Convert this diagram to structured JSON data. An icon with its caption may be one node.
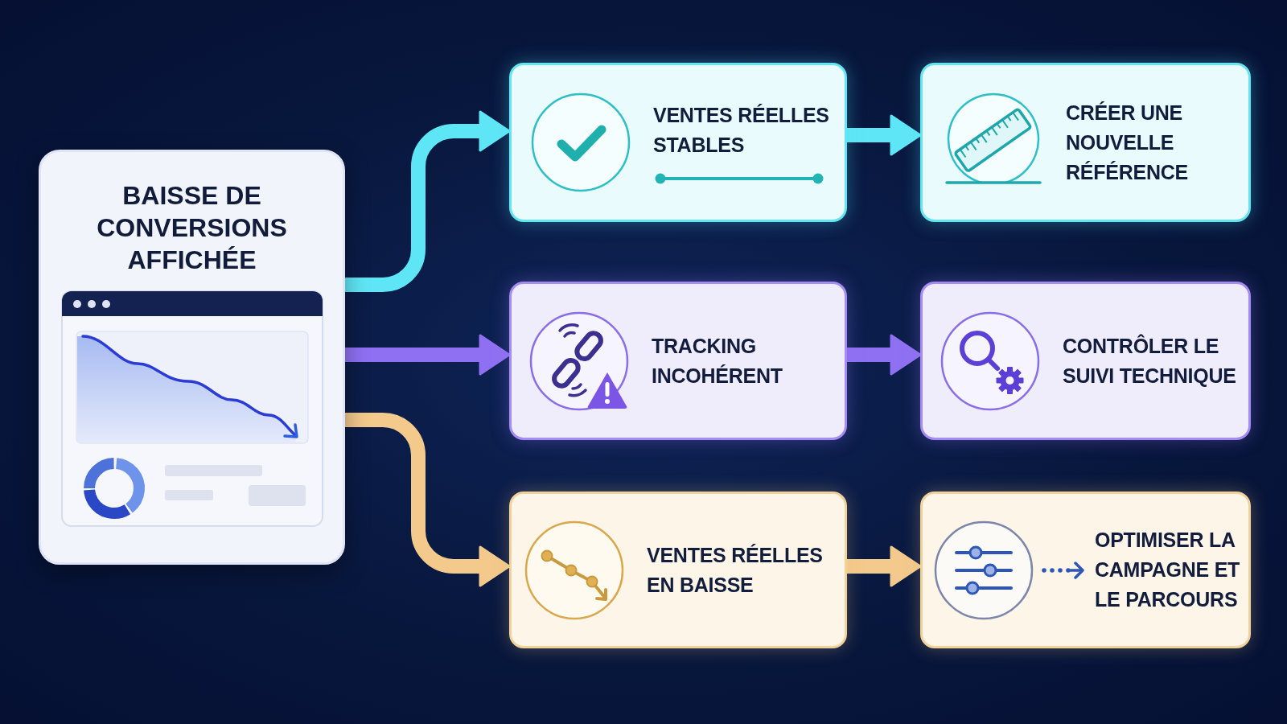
{
  "diagram": {
    "nodes": [
      {
        "text": [
          "BAISSE DE CONVERSIONS AFFICHÉE"
        ]
      },
      {
        "text": [
          "VENTES RÉELLES STABLES"
        ]
      },
      {
        "text": [
          "CRÉER UNE NOUVELLE RÉFÉRENCE"
        ]
      },
      {
        "text": [
          "TRACKING INCOHÉRENT"
        ]
      },
      {
        "text": [
          "CONTRÔLER LE SUIVI TECHNIQUE"
        ]
      },
      {
        "text": [
          "VENTES RÉELLES EN BAISSE"
        ]
      },
      {
        "text": [
          "OPTIMISER LA CAMPAGNE ET LE PARCOURS"
        ]
      }
    ],
    "edges": [
      {
        "from": 0,
        "to": 1,
        "arrow": "to",
        "color": "#5fe6f6"
      },
      {
        "from": 1,
        "to": 2,
        "arrow": "to",
        "color": "#5fe6f6"
      },
      {
        "from": 0,
        "to": 3,
        "arrow": "to",
        "color": "#8f70f2"
      },
      {
        "from": 3,
        "to": 4,
        "arrow": "to",
        "color": "#8f70f2"
      },
      {
        "from": 0,
        "to": 5,
        "arrow": "to",
        "color": "#f3c98c"
      },
      {
        "from": 5,
        "to": 6,
        "arrow": "to",
        "color": "#f3c98c"
      }
    ]
  }
}
